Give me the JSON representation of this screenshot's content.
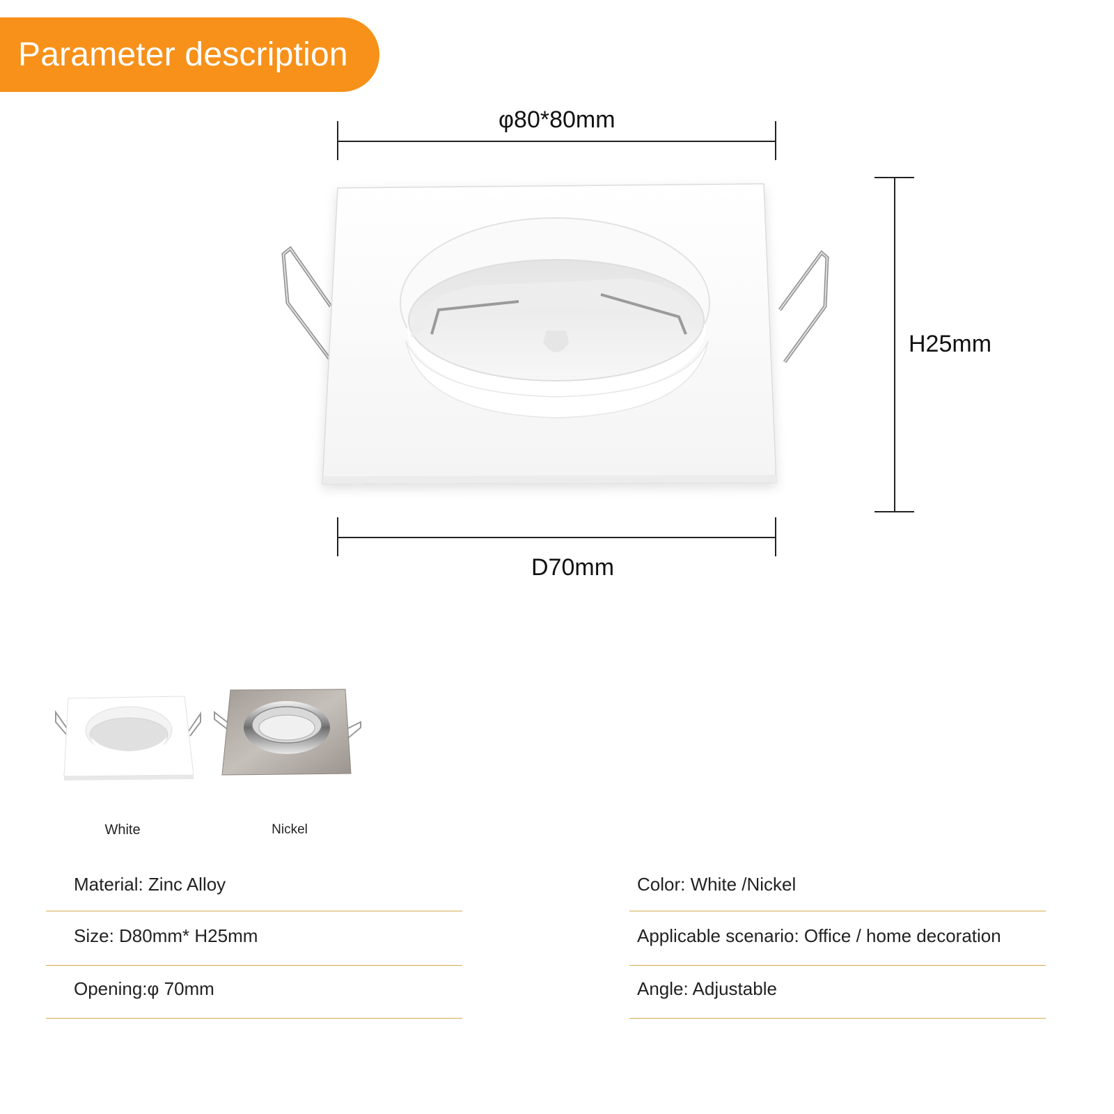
{
  "header": {
    "title": "Parameter description"
  },
  "dimensions": {
    "top": "φ80*80mm",
    "height": "H25mm",
    "bottom": "D70mm"
  },
  "variants": [
    {
      "label": "White",
      "color": "#ffffff"
    },
    {
      "label": "Nickel",
      "color": "#b3aca7"
    }
  ],
  "specs": {
    "left": [
      "Material: Zinc Alloy",
      "Size: D80mm* H25mm",
      "Opening:φ 70mm"
    ],
    "right": [
      "Color: White /Nickel",
      "Applicable scenario: Office / home decoration",
      "Angle: Adjustable"
    ]
  },
  "colors": {
    "accent": "#f7911a",
    "rule": "#d4a94e"
  }
}
